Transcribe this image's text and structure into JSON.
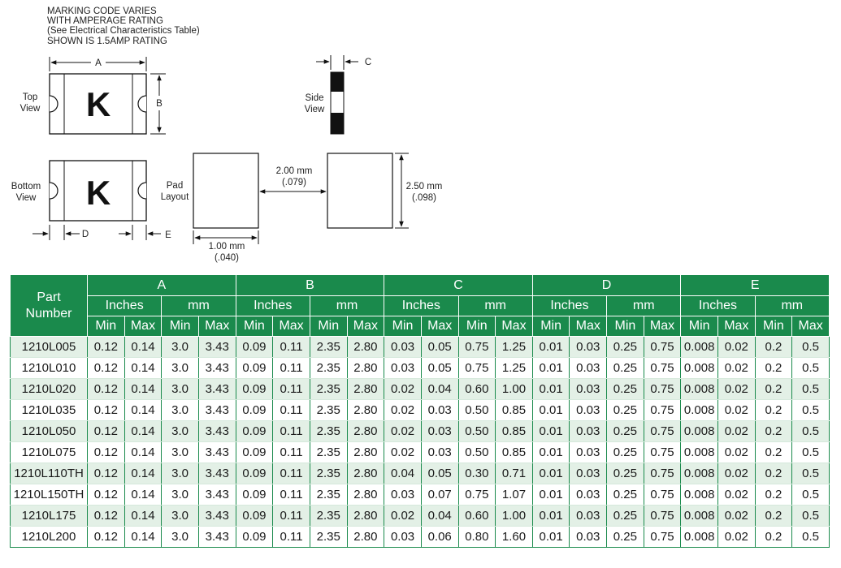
{
  "note_lines": [
    "MARKING CODE VARIES",
    "WITH AMPERAGE RATING",
    "(See Electrical Characteristics Table)",
    "SHOWN IS 1.5AMP RATING"
  ],
  "drawing": {
    "marking_letter": "K",
    "top_view_label": [
      "Top",
      "View"
    ],
    "bottom_view_label": [
      "Bottom",
      "View"
    ],
    "side_view_label": [
      "Side",
      "View"
    ],
    "pad_layout_label": [
      "Pad",
      "Layout"
    ],
    "dim_A": "A",
    "dim_B": "B",
    "dim_C": "C",
    "dim_D": "D",
    "dim_E": "E",
    "pad_gap": [
      "2.00 mm",
      "(.079)"
    ],
    "pad_height": [
      "2.50 mm",
      "(.098)"
    ],
    "pad_width": [
      "1.00 mm",
      "(.040)"
    ],
    "accent_color": "#1a8a4c"
  },
  "table": {
    "part_header": [
      "Part",
      "Number"
    ],
    "groups": [
      "A",
      "B",
      "C",
      "D",
      "E"
    ],
    "units": [
      "Inches",
      "mm"
    ],
    "min_label": "Min",
    "max_label": "Max",
    "rows": [
      [
        "1210L005",
        "0.12",
        "0.14",
        "3.0",
        "3.43",
        "0.09",
        "0.11",
        "2.35",
        "2.80",
        "0.03",
        "0.05",
        "0.75",
        "1.25",
        "0.01",
        "0.03",
        "0.25",
        "0.75",
        "0.008",
        "0.02",
        "0.2",
        "0.5"
      ],
      [
        "1210L010",
        "0.12",
        "0.14",
        "3.0",
        "3.43",
        "0.09",
        "0.11",
        "2.35",
        "2.80",
        "0.03",
        "0.05",
        "0.75",
        "1.25",
        "0.01",
        "0.03",
        "0.25",
        "0.75",
        "0.008",
        "0.02",
        "0.2",
        "0.5"
      ],
      [
        "1210L020",
        "0.12",
        "0.14",
        "3.0",
        "3.43",
        "0.09",
        "0.11",
        "2.35",
        "2.80",
        "0.02",
        "0.04",
        "0.60",
        "1.00",
        "0.01",
        "0.03",
        "0.25",
        "0.75",
        "0.008",
        "0.02",
        "0.2",
        "0.5"
      ],
      [
        "1210L035",
        "0.12",
        "0.14",
        "3.0",
        "3.43",
        "0.09",
        "0.11",
        "2.35",
        "2.80",
        "0.02",
        "0.03",
        "0.50",
        "0.85",
        "0.01",
        "0.03",
        "0.25",
        "0.75",
        "0.008",
        "0.02",
        "0.2",
        "0.5"
      ],
      [
        "1210L050",
        "0.12",
        "0.14",
        "3.0",
        "3.43",
        "0.09",
        "0.11",
        "2.35",
        "2.80",
        "0.02",
        "0.03",
        "0.50",
        "0.85",
        "0.01",
        "0.03",
        "0.25",
        "0.75",
        "0.008",
        "0.02",
        "0.2",
        "0.5"
      ],
      [
        "1210L075",
        "0.12",
        "0.14",
        "3.0",
        "3.43",
        "0.09",
        "0.11",
        "2.35",
        "2.80",
        "0.02",
        "0.03",
        "0.50",
        "0.85",
        "0.01",
        "0.03",
        "0.25",
        "0.75",
        "0.008",
        "0.02",
        "0.2",
        "0.5"
      ],
      [
        "1210L110TH",
        "0.12",
        "0.14",
        "3.0",
        "3.43",
        "0.09",
        "0.11",
        "2.35",
        "2.80",
        "0.04",
        "0.05",
        "0.30",
        "0.71",
        "0.01",
        "0.03",
        "0.25",
        "0.75",
        "0.008",
        "0.02",
        "0.2",
        "0.5"
      ],
      [
        "1210L150TH",
        "0.12",
        "0.14",
        "3.0",
        "3.43",
        "0.09",
        "0.11",
        "2.35",
        "2.80",
        "0.03",
        "0.07",
        "0.75",
        "1.07",
        "0.01",
        "0.03",
        "0.25",
        "0.75",
        "0.008",
        "0.02",
        "0.2",
        "0.5"
      ],
      [
        "1210L175",
        "0.12",
        "0.14",
        "3.0",
        "3.43",
        "0.09",
        "0.11",
        "2.35",
        "2.80",
        "0.02",
        "0.04",
        "0.60",
        "1.00",
        "0.01",
        "0.03",
        "0.25",
        "0.75",
        "0.008",
        "0.02",
        "0.2",
        "0.5"
      ],
      [
        "1210L200",
        "0.12",
        "0.14",
        "3.0",
        "3.43",
        "0.09",
        "0.11",
        "2.35",
        "2.80",
        "0.03",
        "0.06",
        "0.80",
        "1.60",
        "0.01",
        "0.03",
        "0.25",
        "0.75",
        "0.008",
        "0.02",
        "0.2",
        "0.5"
      ]
    ]
  }
}
